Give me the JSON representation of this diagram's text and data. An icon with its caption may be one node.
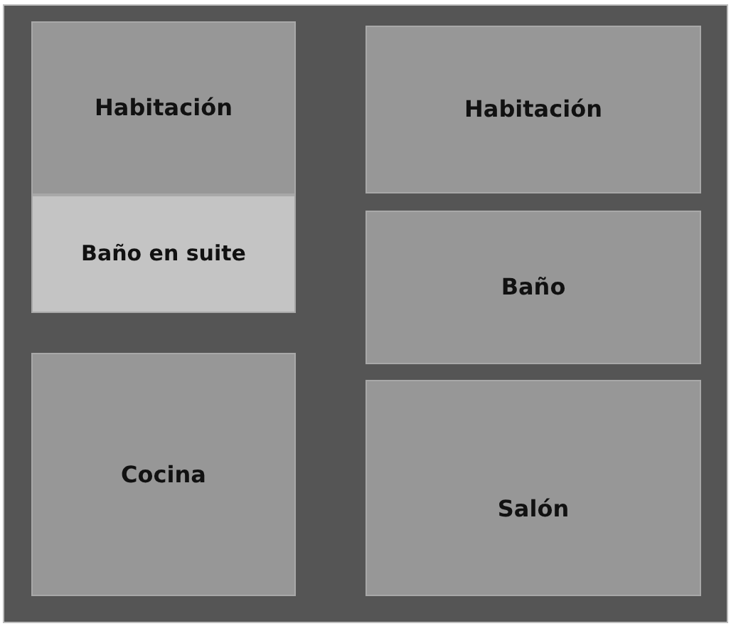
{
  "diagram": {
    "nodes": [
      {
        "text": [
          "Habitación"
        ]
      },
      {
        "text": [
          "Baño en suite"
        ]
      },
      {
        "text": [
          "Cocina"
        ]
      },
      {
        "text": [
          "Habitación"
        ]
      },
      {
        "text": [
          "Baño"
        ]
      },
      {
        "text": [
          "Salón"
        ]
      }
    ]
  }
}
